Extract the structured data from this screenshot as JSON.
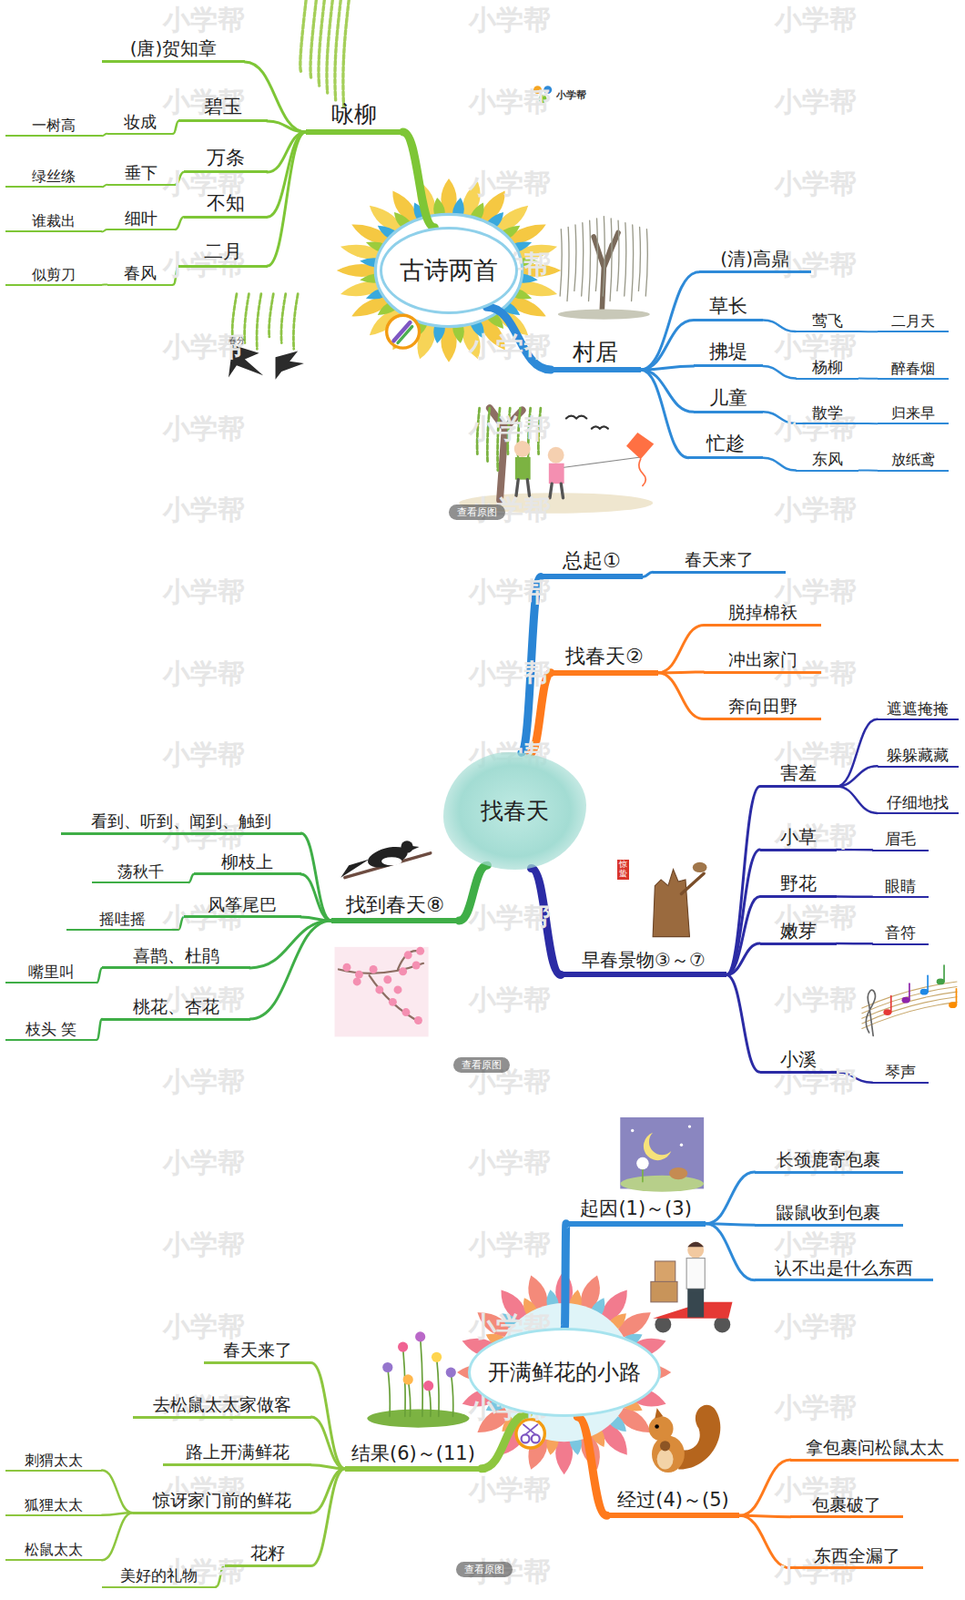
{
  "diagram": {
    "nodes": [
      {
        "text": [
          "古诗两首"
        ]
      },
      {
        "text": [
          "咏柳"
        ]
      },
      {
        "text": [
          "(唐)贺知章"
        ]
      },
      {
        "text": [
          "碧玉"
        ]
      },
      {
        "text": [
          "妆成"
        ]
      },
      {
        "text": [
          "一树高"
        ]
      },
      {
        "text": [
          "万条"
        ]
      },
      {
        "text": [
          "垂下"
        ]
      },
      {
        "text": [
          "绿丝绦"
        ]
      },
      {
        "text": [
          "不知"
        ]
      },
      {
        "text": [
          "细叶"
        ]
      },
      {
        "text": [
          "谁裁出"
        ]
      },
      {
        "text": [
          "二月"
        ]
      },
      {
        "text": [
          "春风"
        ]
      },
      {
        "text": [
          "似剪刀"
        ]
      },
      {
        "text": [
          "村居"
        ]
      },
      {
        "text": [
          "(清)高鼎"
        ]
      },
      {
        "text": [
          "草长"
        ]
      },
      {
        "text": [
          "莺飞"
        ]
      },
      {
        "text": [
          "二月天"
        ]
      },
      {
        "text": [
          "拂堤"
        ]
      },
      {
        "text": [
          "杨柳"
        ]
      },
      {
        "text": [
          "醉春烟"
        ]
      },
      {
        "text": [
          "儿童"
        ]
      },
      {
        "text": [
          "散学"
        ]
      },
      {
        "text": [
          "归来早"
        ]
      },
      {
        "text": [
          "忙趁"
        ]
      },
      {
        "text": [
          "东风"
        ]
      },
      {
        "text": [
          "放纸鸢"
        ]
      },
      {
        "text": [
          "找春天"
        ]
      },
      {
        "text": [
          "总起①"
        ]
      },
      {
        "text": [
          "春天来了"
        ]
      },
      {
        "text": [
          "找春天②"
        ]
      },
      {
        "text": [
          "脱掉棉袄"
        ]
      },
      {
        "text": [
          "冲出家门"
        ]
      },
      {
        "text": [
          "奔向田野"
        ]
      },
      {
        "text": [
          "早春景物③～⑦"
        ]
      },
      {
        "text": [
          "害羞"
        ]
      },
      {
        "text": [
          "遮遮掩掩"
        ]
      },
      {
        "text": [
          "躲躲藏藏"
        ]
      },
      {
        "text": [
          "仔细地找"
        ]
      },
      {
        "text": [
          "小草"
        ]
      },
      {
        "text": [
          "眉毛"
        ]
      },
      {
        "text": [
          "野花"
        ]
      },
      {
        "text": [
          "眼睛"
        ]
      },
      {
        "text": [
          "嫩芽"
        ]
      },
      {
        "text": [
          "音符"
        ]
      },
      {
        "text": [
          "小溪"
        ]
      },
      {
        "text": [
          "琴声"
        ]
      },
      {
        "text": [
          "找到春天⑧"
        ]
      },
      {
        "text": [
          "看到、听到、闻到、触到"
        ]
      },
      {
        "text": [
          "柳枝上"
        ]
      },
      {
        "text": [
          "荡秋千"
        ]
      },
      {
        "text": [
          "风筝尾巴"
        ]
      },
      {
        "text": [
          "摇哇摇"
        ]
      },
      {
        "text": [
          "喜鹊、杜鹃"
        ]
      },
      {
        "text": [
          "嘴里叫"
        ]
      },
      {
        "text": [
          "桃花、杏花"
        ]
      },
      {
        "text": [
          "枝头 笑"
        ]
      },
      {
        "text": [
          "开满鲜花的小路"
        ]
      },
      {
        "text": [
          "起因(1)～(3)"
        ]
      },
      {
        "text": [
          "长颈鹿寄包裹"
        ]
      },
      {
        "text": [
          "鼹鼠收到包裹"
        ]
      },
      {
        "text": [
          "认不出是什么东西"
        ]
      },
      {
        "text": [
          "经过(4)～(5)"
        ]
      },
      {
        "text": [
          "拿包裹问松鼠太太"
        ]
      },
      {
        "text": [
          "包裹破了"
        ]
      },
      {
        "text": [
          "东西全漏了"
        ]
      },
      {
        "text": [
          "结果(6)～(11)"
        ]
      },
      {
        "text": [
          "春天来了"
        ]
      },
      {
        "text": [
          "去松鼠太太家做客"
        ]
      },
      {
        "text": [
          "路上开满鲜花"
        ]
      },
      {
        "text": [
          "惊讶家门前的鲜花"
        ]
      },
      {
        "text": [
          "刺猬太太"
        ]
      },
      {
        "text": [
          "狐狸太太"
        ]
      },
      {
        "text": [
          "松鼠太太"
        ]
      },
      {
        "text": [
          "花籽"
        ]
      },
      {
        "text": [
          "美好的礼物"
        ]
      }
    ],
    "edges": [
      {
        "from": 0,
        "to": 1,
        "arrow": "none"
      },
      {
        "from": 1,
        "to": 2,
        "arrow": "none"
      },
      {
        "from": 1,
        "to": 3,
        "arrow": "none"
      },
      {
        "from": 3,
        "to": 4,
        "arrow": "none"
      },
      {
        "from": 4,
        "to": 5,
        "arrow": "none"
      },
      {
        "from": 1,
        "to": 6,
        "arrow": "none"
      },
      {
        "from": 6,
        "to": 7,
        "arrow": "none"
      },
      {
        "from": 7,
        "to": 8,
        "arrow": "none"
      },
      {
        "from": 1,
        "to": 9,
        "arrow": "none"
      },
      {
        "from": 9,
        "to": 10,
        "arrow": "none"
      },
      {
        "from": 10,
        "to": 11,
        "arrow": "none"
      },
      {
        "from": 1,
        "to": 12,
        "arrow": "none"
      },
      {
        "from": 12,
        "to": 13,
        "arrow": "none"
      },
      {
        "from": 13,
        "to": 14,
        "arrow": "none"
      },
      {
        "from": 0,
        "to": 15,
        "arrow": "none"
      },
      {
        "from": 15,
        "to": 16,
        "arrow": "none"
      },
      {
        "from": 15,
        "to": 17,
        "arrow": "none"
      },
      {
        "from": 17,
        "to": 18,
        "arrow": "none"
      },
      {
        "from": 18,
        "to": 19,
        "arrow": "none"
      },
      {
        "from": 15,
        "to": 20,
        "arrow": "none"
      },
      {
        "from": 20,
        "to": 21,
        "arrow": "none"
      },
      {
        "from": 21,
        "to": 22,
        "arrow": "none"
      },
      {
        "from": 15,
        "to": 23,
        "arrow": "none"
      },
      {
        "from": 23,
        "to": 24,
        "arrow": "none"
      },
      {
        "from": 24,
        "to": 25,
        "arrow": "none"
      },
      {
        "from": 15,
        "to": 26,
        "arrow": "none"
      },
      {
        "from": 26,
        "to": 27,
        "arrow": "none"
      },
      {
        "from": 27,
        "to": 28,
        "arrow": "none"
      },
      {
        "from": 29,
        "to": 30,
        "arrow": "none"
      },
      {
        "from": 30,
        "to": 31,
        "arrow": "none"
      },
      {
        "from": 29,
        "to": 32,
        "arrow": "none"
      },
      {
        "from": 32,
        "to": 33,
        "arrow": "none"
      },
      {
        "from": 32,
        "to": 34,
        "arrow": "none"
      },
      {
        "from": 32,
        "to": 35,
        "arrow": "none"
      },
      {
        "from": 29,
        "to": 36,
        "arrow": "none"
      },
      {
        "from": 36,
        "to": 37,
        "arrow": "none"
      },
      {
        "from": 37,
        "to": 38,
        "arrow": "none"
      },
      {
        "from": 37,
        "to": 39,
        "arrow": "none"
      },
      {
        "from": 37,
        "to": 40,
        "arrow": "none"
      },
      {
        "from": 36,
        "to": 41,
        "arrow": "none"
      },
      {
        "from": 41,
        "to": 42,
        "arrow": "none"
      },
      {
        "from": 36,
        "to": 43,
        "arrow": "none"
      },
      {
        "from": 43,
        "to": 44,
        "arrow": "none"
      },
      {
        "from": 36,
        "to": 45,
        "arrow": "none"
      },
      {
        "from": 45,
        "to": 46,
        "arrow": "none"
      },
      {
        "from": 36,
        "to": 47,
        "arrow": "none"
      },
      {
        "from": 47,
        "to": 48,
        "arrow": "none"
      },
      {
        "from": 29,
        "to": 49,
        "arrow": "none"
      },
      {
        "from": 49,
        "to": 50,
        "arrow": "none"
      },
      {
        "from": 49,
        "to": 51,
        "arrow": "none"
      },
      {
        "from": 51,
        "to": 52,
        "arrow": "none"
      },
      {
        "from": 49,
        "to": 53,
        "arrow": "none"
      },
      {
        "from": 53,
        "to": 54,
        "arrow": "none"
      },
      {
        "from": 49,
        "to": 55,
        "arrow": "none"
      },
      {
        "from": 55,
        "to": 56,
        "arrow": "none"
      },
      {
        "from": 49,
        "to": 57,
        "arrow": "none"
      },
      {
        "from": 57,
        "to": 58,
        "arrow": "none"
      },
      {
        "from": 59,
        "to": 60,
        "arrow": "none"
      },
      {
        "from": 60,
        "to": 61,
        "arrow": "none"
      },
      {
        "from": 60,
        "to": 62,
        "arrow": "none"
      },
      {
        "from": 60,
        "to": 63,
        "arrow": "none"
      },
      {
        "from": 59,
        "to": 64,
        "arrow": "none"
      },
      {
        "from": 64,
        "to": 65,
        "arrow": "none"
      },
      {
        "from": 64,
        "to": 66,
        "arrow": "none"
      },
      {
        "from": 64,
        "to": 67,
        "arrow": "none"
      },
      {
        "from": 59,
        "to": 68,
        "arrow": "none"
      },
      {
        "from": 68,
        "to": 69,
        "arrow": "none"
      },
      {
        "from": 68,
        "to": 70,
        "arrow": "none"
      },
      {
        "from": 68,
        "to": 71,
        "arrow": "none"
      },
      {
        "from": 68,
        "to": 72,
        "arrow": "none"
      },
      {
        "from": 72,
        "to": 73,
        "arrow": "none"
      },
      {
        "from": 72,
        "to": 74,
        "arrow": "none"
      },
      {
        "from": 72,
        "to": 75,
        "arrow": "none"
      },
      {
        "from": 68,
        "to": 76,
        "arrow": "none"
      },
      {
        "from": 76,
        "to": 77,
        "arrow": "none"
      }
    ],
    "labels": [
      "小学帮",
      "春分",
      "查看原图",
      "惊蛰",
      "查看原图",
      "查看原图",
      "小学帮",
      "小学帮",
      "小学帮",
      "小学帮",
      "小学帮",
      "小学帮",
      "小学帮",
      "小学帮",
      "小学帮",
      "小学帮",
      "小学帮",
      "小学帮",
      "小学帮",
      "小学帮",
      "小学帮",
      "小学帮",
      "小学帮",
      "小学帮",
      "小学帮",
      "小学帮",
      "小学帮",
      "小学帮",
      "小学帮",
      "小学帮",
      "小学帮",
      "小学帮",
      "小学帮",
      "小学帮",
      "小学帮",
      "小学帮",
      "小学帮",
      "小学帮",
      "小学帮",
      "小学帮",
      "小学帮",
      "小学帮",
      "小学帮",
      "小学帮",
      "小学帮",
      "小学帮",
      "小学帮",
      "小学帮",
      "小学帮",
      "小学帮",
      "小学帮",
      "小学帮",
      "小学帮",
      "小学帮",
      "小学帮",
      "小学帮",
      "小学帮",
      "小学帮",
      "小学帮",
      "小学帮",
      "小学帮",
      "小学帮",
      "小学帮",
      "小学帮",
      "小学帮",
      "小学帮"
    ]
  }
}
